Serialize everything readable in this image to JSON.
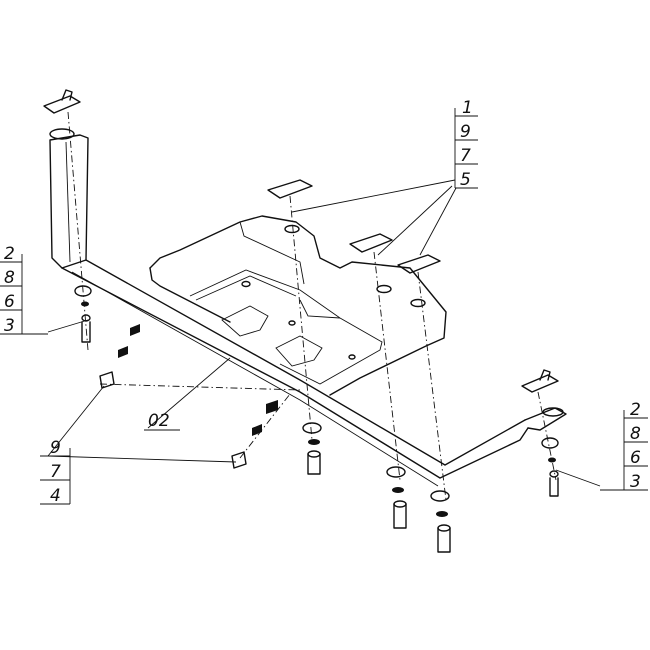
{
  "callouts": {
    "top_right": [
      "1",
      "9",
      "7",
      "5"
    ],
    "left": [
      "2",
      "8",
      "6",
      "3"
    ],
    "right": [
      "2",
      "8",
      "6",
      "3"
    ],
    "bottom_left": [
      "9",
      "7",
      "4"
    ],
    "part": "02"
  }
}
